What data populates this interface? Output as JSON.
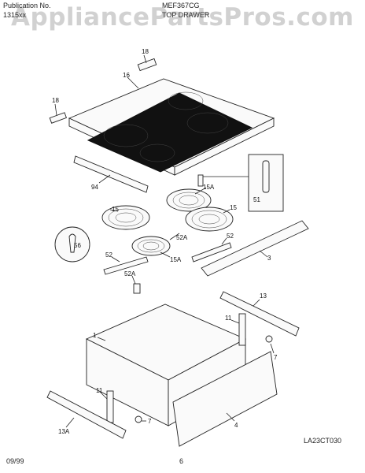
{
  "header": {
    "publication_label": "Publication No.",
    "publication_number": "1315xx",
    "model": "MEF367CG",
    "section": "TOP DRAWER"
  },
  "watermark": "AppliancePartsPros.com",
  "callouts": [
    "18",
    "16",
    "18",
    "94",
    "51",
    "15A",
    "15",
    "15",
    "56",
    "52A",
    "52",
    "52",
    "15A",
    "52A",
    "3",
    "13",
    "11",
    "1",
    "7",
    "11",
    "7",
    "4",
    "13A"
  ],
  "drawing_code": "LA23CT030",
  "footer": {
    "date": "09/99",
    "page": "6"
  }
}
